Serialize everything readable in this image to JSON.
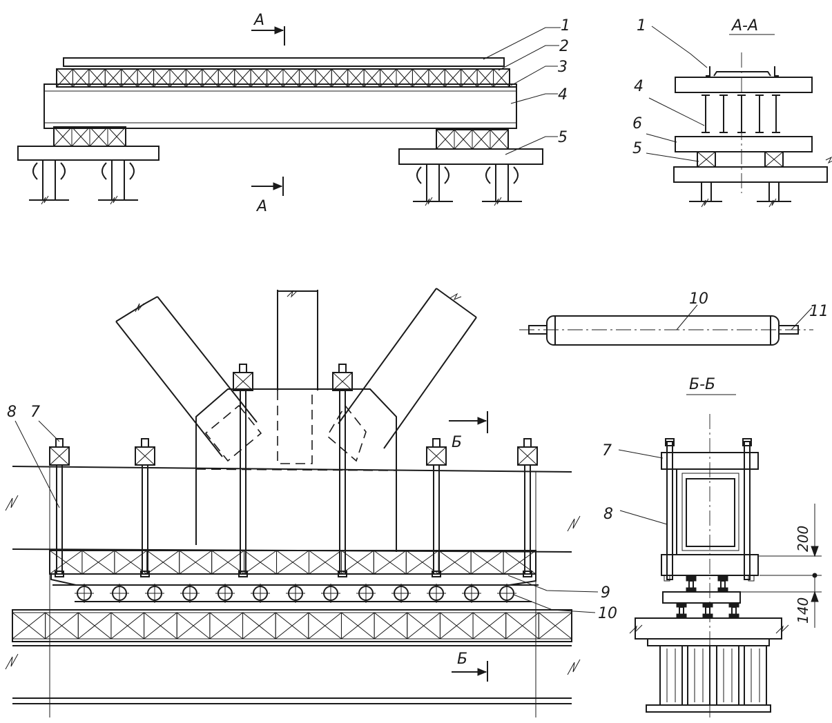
{
  "section_labels": {
    "aa_title": "А-А",
    "bb_title": "Б-Б",
    "cut_a_top": "А",
    "cut_a_bottom": "А",
    "cut_b_top": "Б",
    "cut_b_bottom": "Б"
  },
  "callouts": {
    "n1": "1",
    "n2": "2",
    "n3": "3",
    "n4": "4",
    "n5": "5",
    "aa1": "1",
    "aa4": "4",
    "aa6": "6",
    "aa5": "5",
    "p7": "7",
    "p8": "8",
    "p9": "9",
    "p10": "10",
    "r10": "10",
    "r11": "11",
    "bb7": "7",
    "bb8": "8"
  },
  "dimensions": {
    "d200": "200",
    "d140": "140"
  }
}
